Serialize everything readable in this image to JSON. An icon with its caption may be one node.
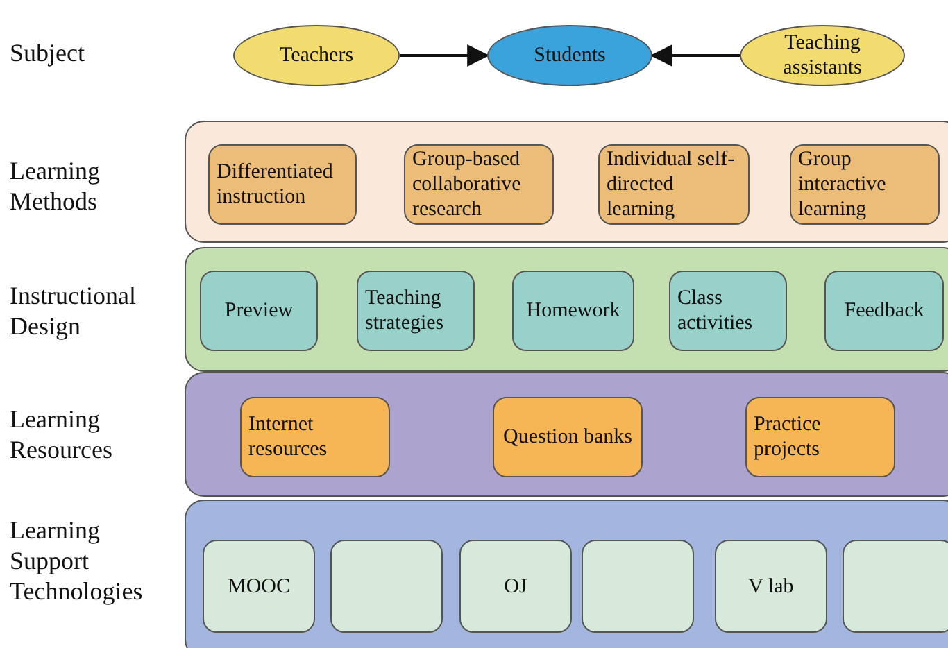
{
  "diagram": {
    "nodes": [
      {
        "text": [
          "Teachers"
        ]
      },
      {
        "text": [
          "Students"
        ]
      },
      {
        "text": [
          "Teaching assistants"
        ]
      },
      {
        "text": [],
        "shape": "box"
      },
      {
        "text": [
          "Differentiated instruction"
        ],
        "in": 3
      },
      {
        "text": [
          "Group-based collaborative research"
        ],
        "in": 3
      },
      {
        "text": [
          "Individual self-directed learning"
        ],
        "in": 3
      },
      {
        "text": [
          "Group interactive learning"
        ],
        "in": 3
      },
      {
        "text": [],
        "shape": "box"
      },
      {
        "text": [
          "Preview"
        ],
        "in": 8
      },
      {
        "text": [
          "Teaching strategies"
        ],
        "in": 8
      },
      {
        "text": [
          "Homework"
        ],
        "in": 8
      },
      {
        "text": [
          "Class activities"
        ],
        "in": 8
      },
      {
        "text": [
          "Feedback"
        ],
        "in": 8
      },
      {
        "text": [],
        "shape": "box"
      },
      {
        "text": [
          "Internet resources"
        ],
        "in": 14
      },
      {
        "text": [
          "Question banks"
        ],
        "in": 14
      },
      {
        "text": [
          "Practice projects"
        ],
        "in": 14
      },
      {
        "text": [],
        "shape": "box"
      },
      {
        "text": [
          "MOOC"
        ],
        "in": 18
      },
      {
        "text": [],
        "shape": "box",
        "in": 18
      },
      {
        "text": [
          "OJ"
        ],
        "in": 18
      },
      {
        "text": [],
        "shape": "box",
        "in": 18
      },
      {
        "text": [
          "V lab"
        ],
        "in": 18
      },
      {
        "text": [],
        "shape": "box",
        "in": 18
      }
    ],
    "edges": [
      {
        "from": 0,
        "to": 1,
        "arrow": "to"
      },
      {
        "from": 2,
        "to": 1,
        "arrow": "to"
      }
    ],
    "labels": [
      "Subject",
      "Learning Methods",
      "Instructional Design",
      "Learning Resources",
      "Learning Support Technologies"
    ]
  }
}
